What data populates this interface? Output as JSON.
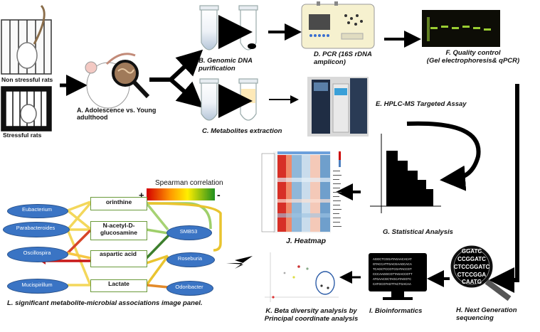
{
  "labels": {
    "non_stressful": "Non stressful rats",
    "stressful": "Stressful rats",
    "step_a_line1": "A. Adolescence vs. Young",
    "step_a_line2": "adulthood",
    "step_b_line1": "B. Genomic DNA",
    "step_b_line2": "purification",
    "step_c": "C. Metabolites extraction",
    "step_d_line1": "D.  PCR (16S rDNA",
    "step_d_line2": "amplicon)",
    "step_e": "E. HPLC-MS Targeted Assay",
    "step_f_line1": "F. Quality control",
    "step_f_line2": "(Gel electrophoresis& qPCR)",
    "step_g": "G. Statistical Analysis",
    "step_h_line1": "H. Next Generation",
    "step_h_line2": "sequencing",
    "step_i": "I. Bioinformatics",
    "step_j": "J. Heatmap",
    "step_k_line1": "K. Beta diversity analysis by",
    "step_k_line2": "Principal coordinate analysis",
    "step_l": "L. significant metabolite-microbial associations image panel."
  },
  "network": {
    "microbes_left": [
      "Eubacterium",
      "Parabacteroides",
      "Oscillospira",
      "Mucispirillum"
    ],
    "metabolites": [
      "orinthine",
      "N-acetyl-D-glucosamine",
      "aspartic acid",
      "Lactate"
    ],
    "microbes_right": [
      "SMB53",
      "Roseburia",
      "Odoribacter"
    ],
    "spearman_title": "Spearman correlation",
    "plus": "+",
    "minus": "-"
  },
  "dna_text": "GGATC CCGGATC CTCCGGATC CTCCGGA CAATG",
  "colors": {
    "ellipse_fill": "#3a74c4",
    "box_border": "#6a9a3a",
    "arrow_blue": "#4472c4",
    "positive": "#d62020",
    "negative": "#2e8b2e"
  }
}
